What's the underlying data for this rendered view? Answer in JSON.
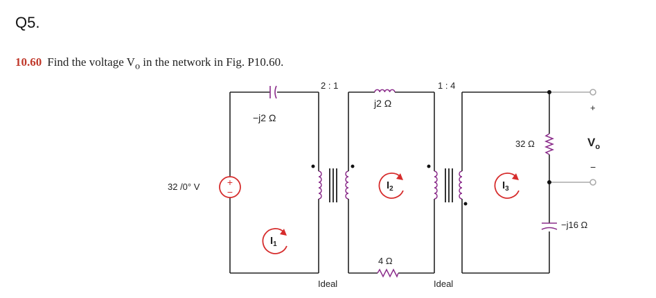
{
  "header": {
    "question": "Q5."
  },
  "problem": {
    "number": "10.60",
    "text": "Find the voltage V",
    "text_sub": "o",
    "text_end": " in the network in Fig. P10.60."
  },
  "circuit": {
    "ratio_left": "2 : 1",
    "ratio_right": "1 : 4",
    "cap_top_label": "−j2 Ω",
    "ind_top_label": "j2 Ω",
    "source_label": "32 /0° V",
    "mesh1": "I",
    "mesh1_sub": "1",
    "mesh2": "I",
    "mesh2_sub": "2",
    "mesh3": "I",
    "mesh3_sub": "3",
    "res_mid_label": "4 Ω",
    "res_right_label": "32 Ω",
    "cap_right_label": "−j16 Ω",
    "ideal_left": "Ideal",
    "ideal_right": "Ideal",
    "vo_label": "V",
    "vo_sub": "o",
    "plus": "+",
    "minus": "−",
    "colors": {
      "wire": "#222222",
      "component": "#8a2b8a",
      "source": "#d62c2c",
      "arrow": "#d62c2c",
      "terminal": "#aaaaaa"
    }
  }
}
